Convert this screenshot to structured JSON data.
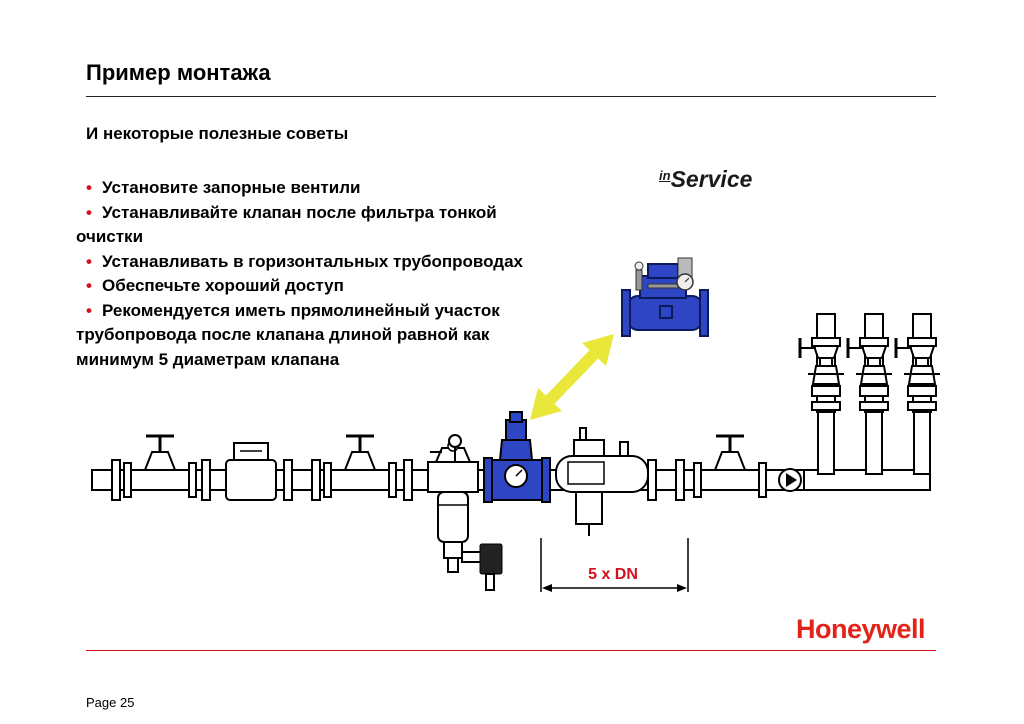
{
  "header": {
    "title": "Пример монтажа"
  },
  "subtitle": "И некоторые полезные советы",
  "bullets": [
    "Установите запорные вентили",
    "Устанавливайте клапан после фильтра тонкой очистки",
    "Устанавливать в горизонтальных трубопроводах",
    "Обеспечьте хороший доступ",
    "Рекомендуется иметь прямолинейный участок трубопровода после клапана длиной равной как минимум 5 диаметрам клапана"
  ],
  "bullet_symbol": "•",
  "logo_inservice": {
    "prefix": "in",
    "main": "Service"
  },
  "dimension_label": "5 x DN",
  "brand": "Honeywell",
  "footer": {
    "page": "Page 25"
  },
  "colors": {
    "accent": "#d4101f",
    "valve_blue": "#2f46c4",
    "arrow_yellow": "#e9e83a"
  },
  "icons": [
    "gate-valve-icon",
    "water-meter-icon",
    "pressure-reducing-valve-icon",
    "fine-filter-icon",
    "pump-icon",
    "double-arrow-icon"
  ]
}
